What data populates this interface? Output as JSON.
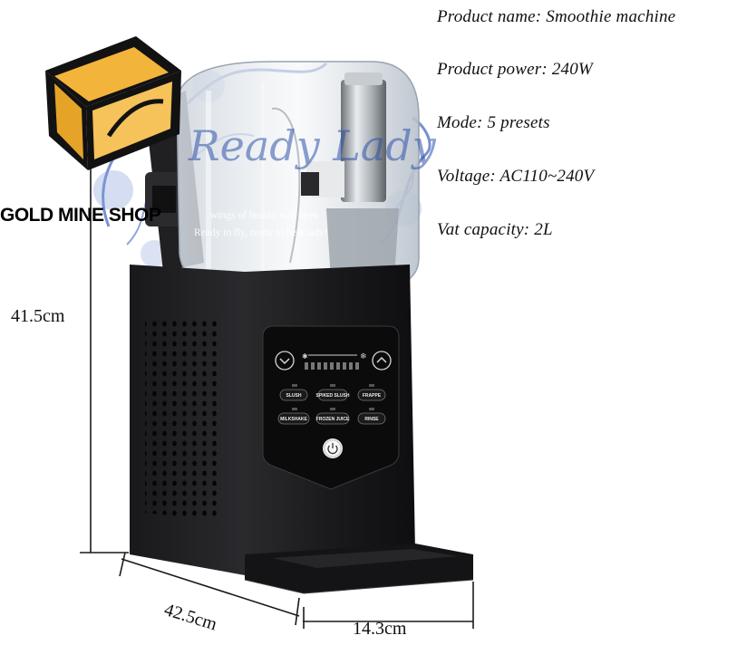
{
  "specs": {
    "product_name": "Product name: Smoothie machine",
    "power": "Product power: 240W",
    "mode": "Mode: 5 presets",
    "voltage": "Voltage: AC110~240V",
    "vat": "Vat capacity: 2L"
  },
  "dimensions": {
    "height": "41.5cm",
    "depth": "42.5cm",
    "width": "14.3cm"
  },
  "watermark": {
    "shop": "GOLD MINE SHOP",
    "brand": "Ready Lady",
    "line1": "wings of beauty will open",
    "line2": "Ready to fly, ready to be a lady!"
  },
  "panel": {
    "buttons": [
      "SLUSH",
      "SPIKED SLUSH",
      "FRAPPE",
      "MILKSHAKE",
      "FROZEN JUICE",
      "RINSE"
    ]
  },
  "colors": {
    "machine_body": "#1b1b1d",
    "watermark_blue": "#2f5db0",
    "logo_gold": "#f2b43a"
  }
}
